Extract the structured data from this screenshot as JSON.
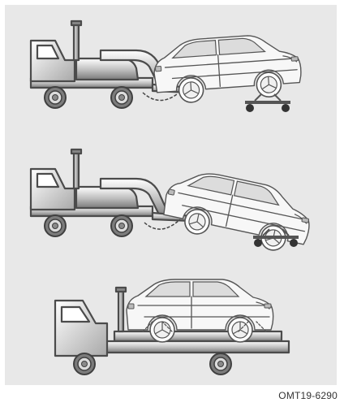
{
  "figure_code": "OMT19-6290",
  "scenes": [
    {
      "name": "wheel-lift-front-raised-rear-dollies",
      "icons": [
        "tow-truck-icon",
        "suv-icon",
        "wheel-dolly-icon",
        "tow-chain-icon"
      ]
    },
    {
      "name": "wheel-lift-front-raised-rear-dollies-2",
      "icons": [
        "tow-truck-icon",
        "suv-icon",
        "wheel-dolly-icon",
        "tow-chain-icon"
      ]
    },
    {
      "name": "flatbed-transport",
      "icons": [
        "flatbed-truck-icon",
        "suv-icon",
        "tie-down-strap-icon"
      ]
    }
  ],
  "colors": {
    "panel": "#e8e8e8",
    "outline": "#4b4b4b",
    "car_body": "#f7f7f7"
  }
}
